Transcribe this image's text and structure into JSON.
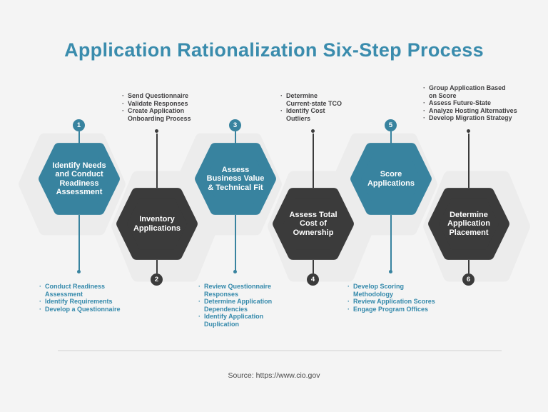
{
  "title": "Application Rationalization Six-Step Process",
  "footer": {
    "source": "Source: https://www.cio.gov"
  },
  "colors": {
    "teal": "#38839f",
    "teal_title": "#3a8cad",
    "teal_text": "#3489ab",
    "dark": "#3b3b3b",
    "background": "#f4f4f4",
    "hex_shadow": "#ececec",
    "task_dark_text": "#414042",
    "divider": "#e3e3e3",
    "source_text": "#4b4b4b"
  },
  "steps": [
    {
      "number": "1",
      "title": "Identify Needs\nand Conduct\nReadiness\nAssessment",
      "theme": "teal",
      "tasks_position": "below",
      "tasks": [
        "Conduct Readiness\nAssessment",
        "Identify Requirements",
        "Develop a Questionnaire"
      ]
    },
    {
      "number": "2",
      "title": "Inventory\nApplications",
      "theme": "dark",
      "tasks_position": "above",
      "tasks": [
        "Send Questionnaire",
        "Validate Responses",
        "Create Application\nOnboarding Process"
      ]
    },
    {
      "number": "3",
      "title": "Assess\nBusiness Value\n& Technical Fit",
      "theme": "teal",
      "tasks_position": "below",
      "tasks": [
        "Review Questionnaire\nResponses",
        "Determine Application\nDependencies",
        "Identify Application\nDuplication"
      ]
    },
    {
      "number": "4",
      "title": "Assess Total\nCost of\nOwnership",
      "theme": "dark",
      "tasks_position": "above",
      "tasks": [
        "Determine\nCurrent-state TCO",
        "Identify Cost\nOutliers"
      ]
    },
    {
      "number": "5",
      "title": "Score\nApplications",
      "theme": "teal",
      "tasks_position": "below",
      "tasks": [
        "Develop Scoring\nMethodology",
        "Review Application Scores",
        "Engage Program Offices"
      ]
    },
    {
      "number": "6",
      "title": "Determine\nApplication\nPlacement",
      "theme": "dark",
      "tasks_position": "above",
      "tasks": [
        "Group Application Based\non Score",
        "Assess Future-State",
        "Analyze Hosting Alternatives",
        "Develop Migration Strategy"
      ]
    }
  ]
}
